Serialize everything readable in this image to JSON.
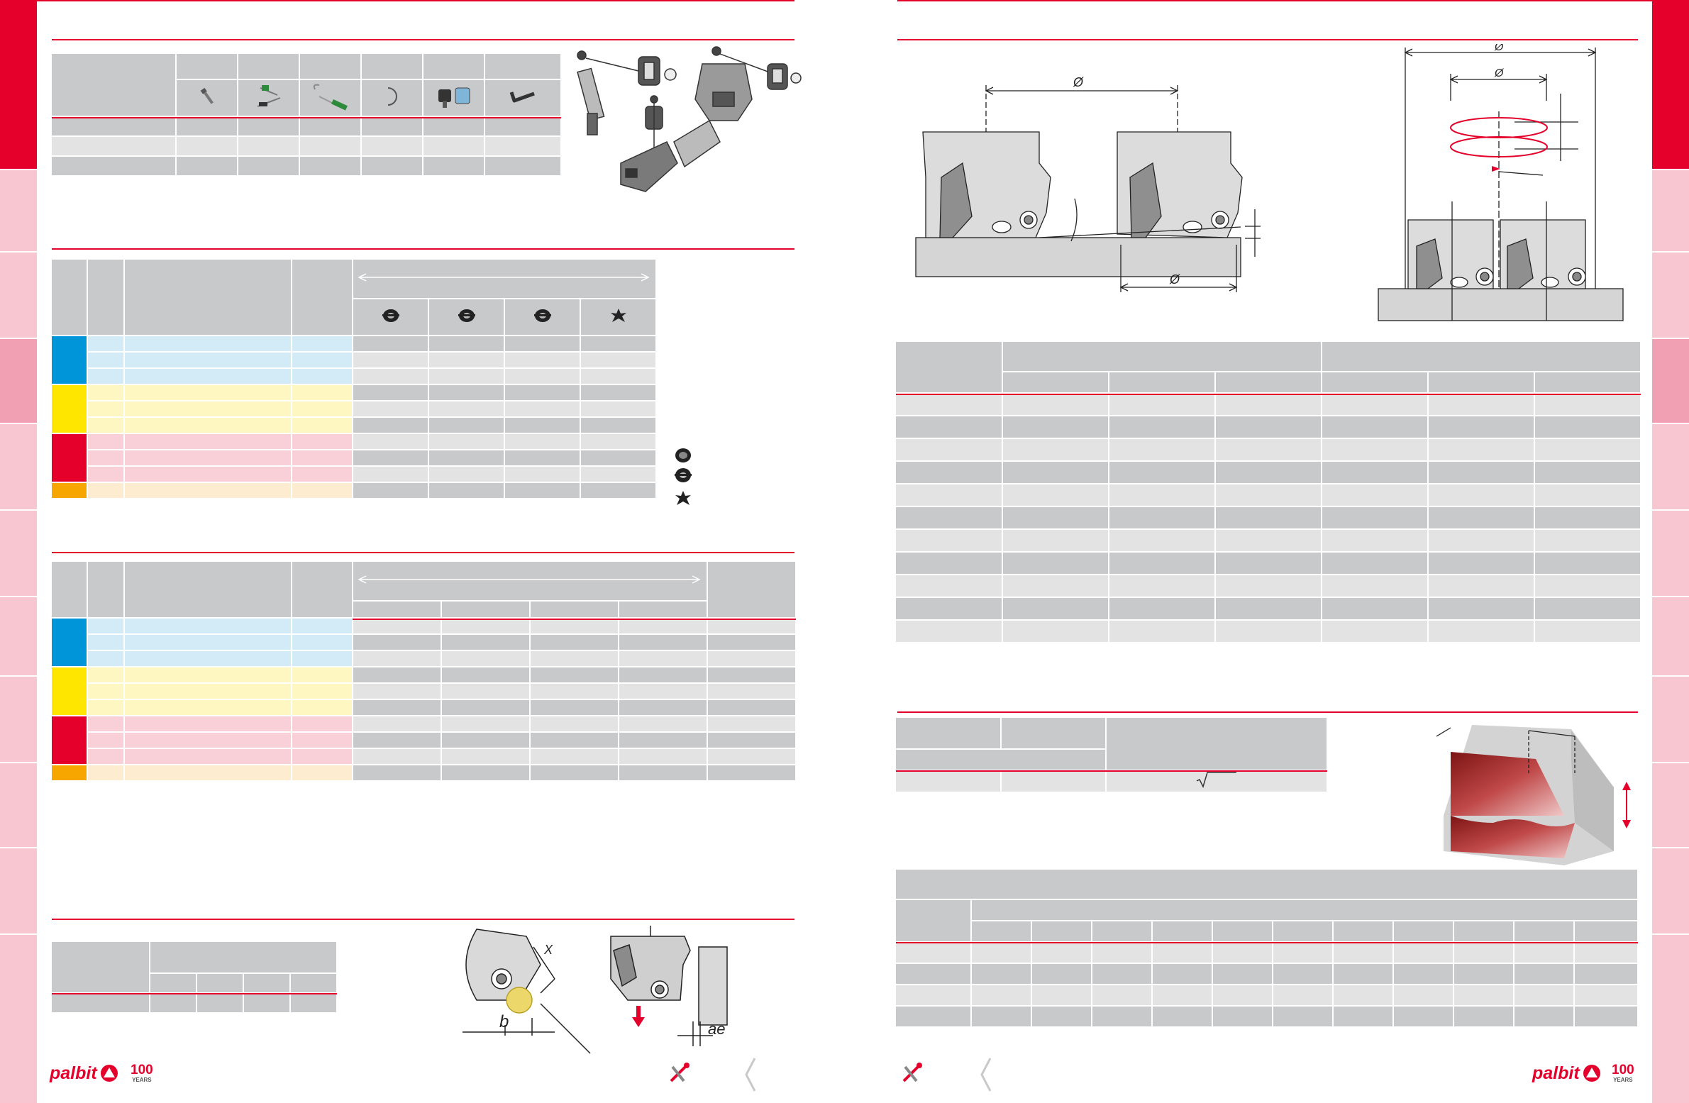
{
  "footer_left": {
    "brand": "palbit",
    "years_number": "100",
    "years_label": "YEARS"
  },
  "footer_right": {
    "brand": "palbit",
    "years_number": "100",
    "years_label": "YEARS"
  },
  "diagrams": {
    "diameter_symbol": "Ø",
    "chip_b_label": "b",
    "chip_x_label": "X",
    "ae_label": "ae"
  },
  "colors": {
    "brand_red": "#e4002b",
    "tab_pink": "#f7c6d1",
    "tab_active_pink": "#f1a0b3",
    "header_gray": "#c8c9cb",
    "row_gray": "#e3e3e4",
    "iso_blue": "#0095d9",
    "iso_yellow": "#ffe600",
    "iso_red": "#e4002b",
    "iso_orange": "#f7a600"
  }
}
